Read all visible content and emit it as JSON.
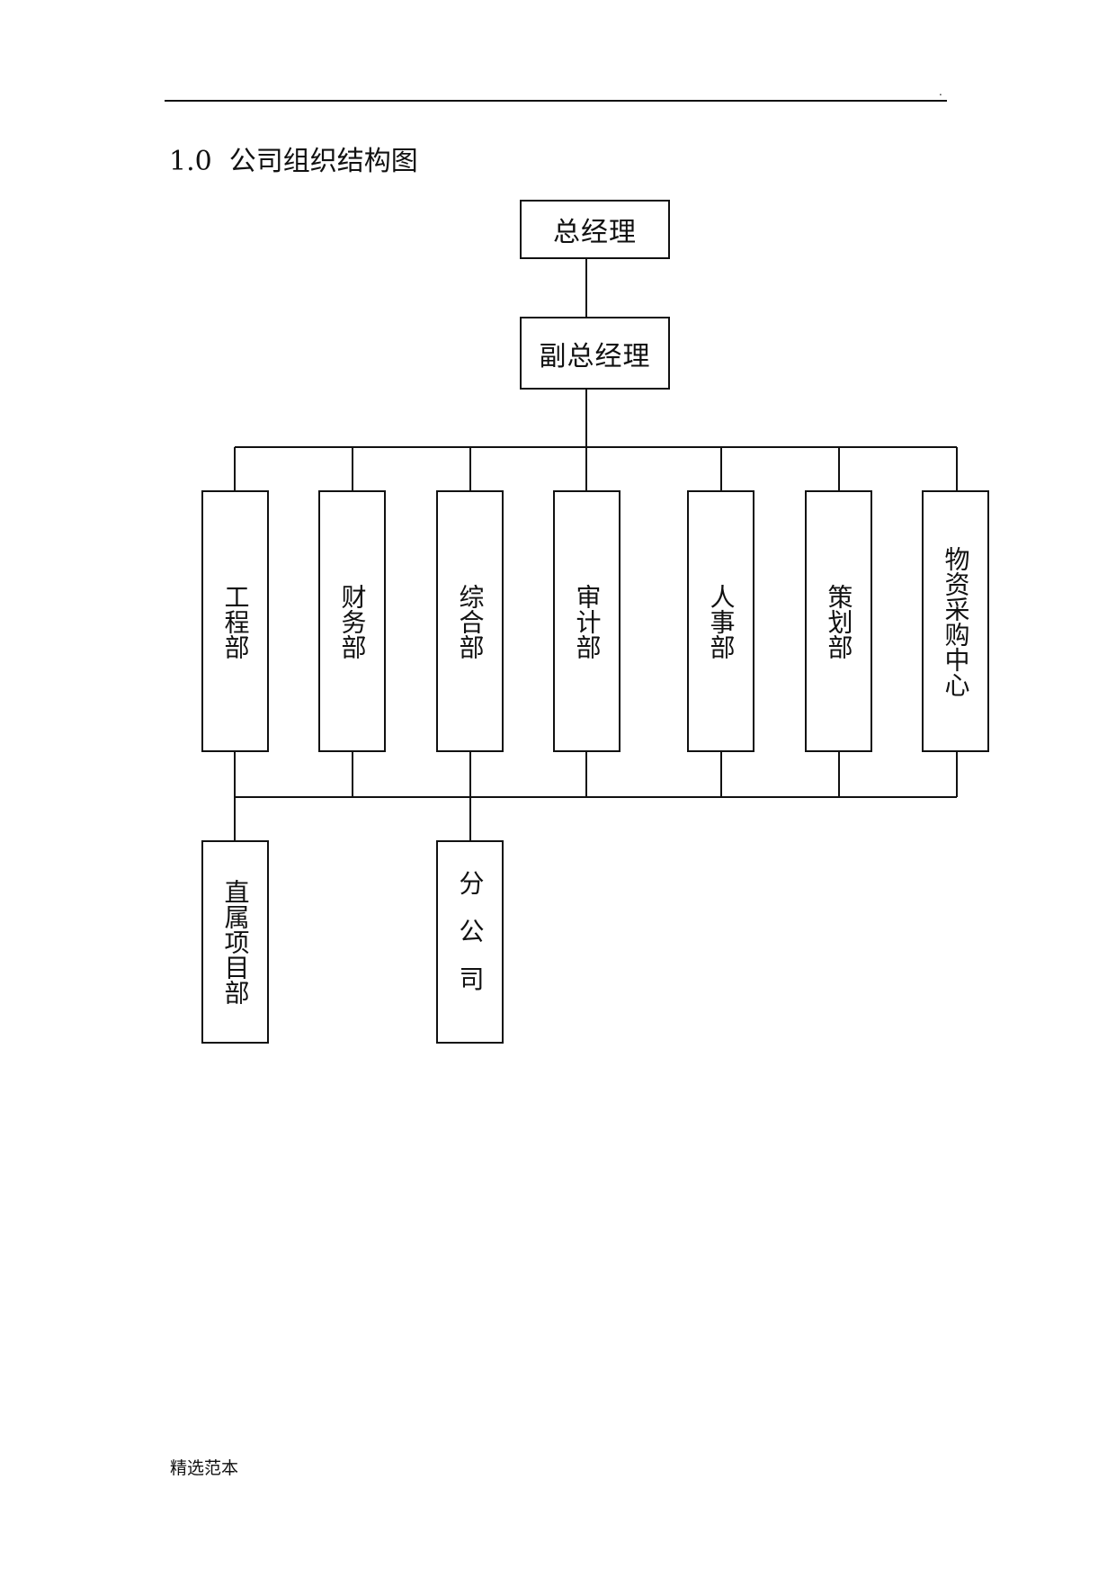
{
  "header": {
    "mark": "."
  },
  "section": {
    "title": "1.0  公司组织结构图"
  },
  "org_chart": {
    "top": "总经理",
    "deputy": "副总经理",
    "departments": [
      "工程部",
      "财务部",
      "综合部",
      "审计部",
      "人事部",
      "策划部",
      "物资采购中心"
    ],
    "sub_units": [
      "直属项目部",
      "分公司"
    ]
  },
  "footer": {
    "text": "精选范本"
  }
}
